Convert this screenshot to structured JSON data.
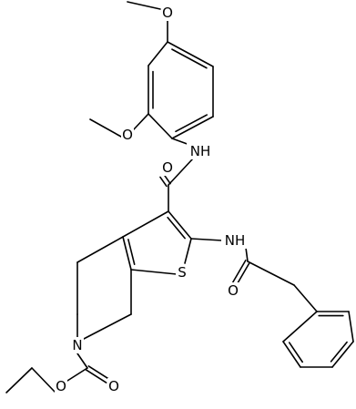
{
  "atom_labels": {
    "o_methoxy_top": "O",
    "o_methoxy_left": "O",
    "nh_amide_top": "NH",
    "o_carbonyl_amide": "O",
    "nh_amide_right": "NH",
    "s_thiophene": "S",
    "o_carbonyl_acyl": "O",
    "n_ring": "N",
    "o_carbonyl_ester": "O",
    "o_ester": "O"
  }
}
